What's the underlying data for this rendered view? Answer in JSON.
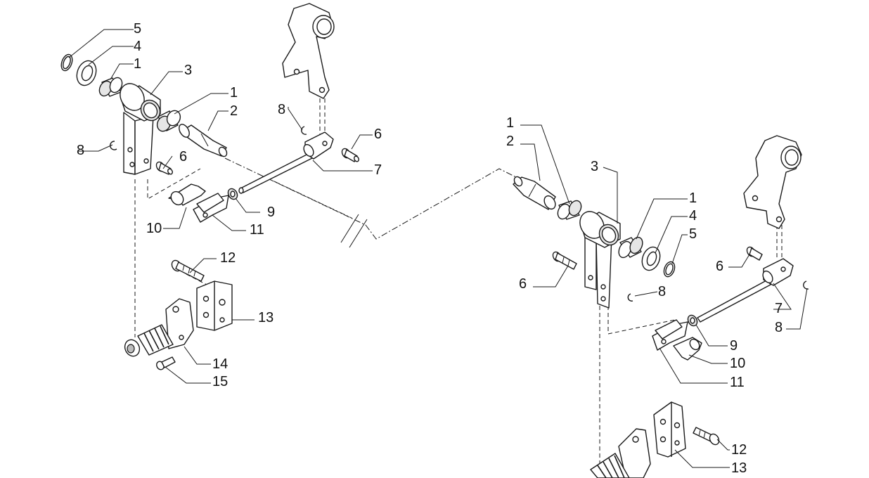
{
  "callouts": {
    "left": {
      "c5": "5",
      "c4": "4",
      "c1a": "1",
      "c3": "3",
      "c1b": "1",
      "c2": "2",
      "c8a": "8",
      "c6a": "6",
      "c8b": "8",
      "c6b": "6",
      "c7": "7",
      "c9": "9",
      "c10": "10",
      "c11": "11",
      "c12": "12",
      "c13": "13",
      "c14": "14",
      "c15": "15"
    },
    "right": {
      "c1a": "1",
      "c2": "2",
      "c3": "3",
      "c1b": "1",
      "c4": "4",
      "c5": "5",
      "c6a": "6",
      "c6b": "6",
      "c8a": "8",
      "c7": "7",
      "c8b": "8",
      "c9": "9",
      "c10": "10",
      "c11": "11",
      "c12": "12",
      "c13": "13"
    }
  }
}
